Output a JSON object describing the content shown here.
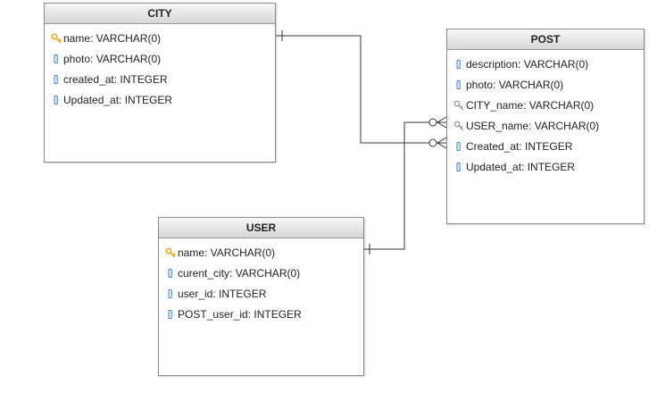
{
  "entities": {
    "city": {
      "name": "CITY",
      "fields": [
        {
          "label": "name: VARCHAR(0)",
          "icon": "primary-key-icon"
        },
        {
          "label": "photo: VARCHAR(0)",
          "icon": "column-icon"
        },
        {
          "label": "created_at: INTEGER",
          "icon": "column-icon"
        },
        {
          "label": "Updated_at: INTEGER",
          "icon": "column-icon"
        }
      ]
    },
    "post": {
      "name": "POST",
      "fields": [
        {
          "label": "description: VARCHAR(0)",
          "icon": "column-icon"
        },
        {
          "label": "photo: VARCHAR(0)",
          "icon": "column-icon"
        },
        {
          "label": "CITY_name: VARCHAR(0)",
          "icon": "foreign-key-icon"
        },
        {
          "label": "USER_name: VARCHAR(0)",
          "icon": "foreign-key-icon"
        },
        {
          "label": "Created_at: INTEGER",
          "icon": "column-icon"
        },
        {
          "label": "Updated_at: INTEGER",
          "icon": "column-icon"
        }
      ]
    },
    "user": {
      "name": "USER",
      "fields": [
        {
          "label": "name: VARCHAR(0)",
          "icon": "primary-key-icon"
        },
        {
          "label": "curent_city: VARCHAR(0)",
          "icon": "column-icon"
        },
        {
          "label": "user_id: INTEGER",
          "icon": "column-icon"
        },
        {
          "label": "POST_user_id: INTEGER",
          "icon": "column-icon"
        }
      ]
    }
  },
  "relationships": [
    {
      "from": "CITY",
      "to": "POST",
      "from_cardinality": "one",
      "to_cardinality": "zero-or-many"
    },
    {
      "from": "USER",
      "to": "POST",
      "from_cardinality": "one",
      "to_cardinality": "zero-or-many"
    }
  ],
  "colors": {
    "primary_key": "#e8b01c",
    "foreign_key": "#9a9a9a",
    "column": "#3d7fd6",
    "line": "#333333"
  }
}
